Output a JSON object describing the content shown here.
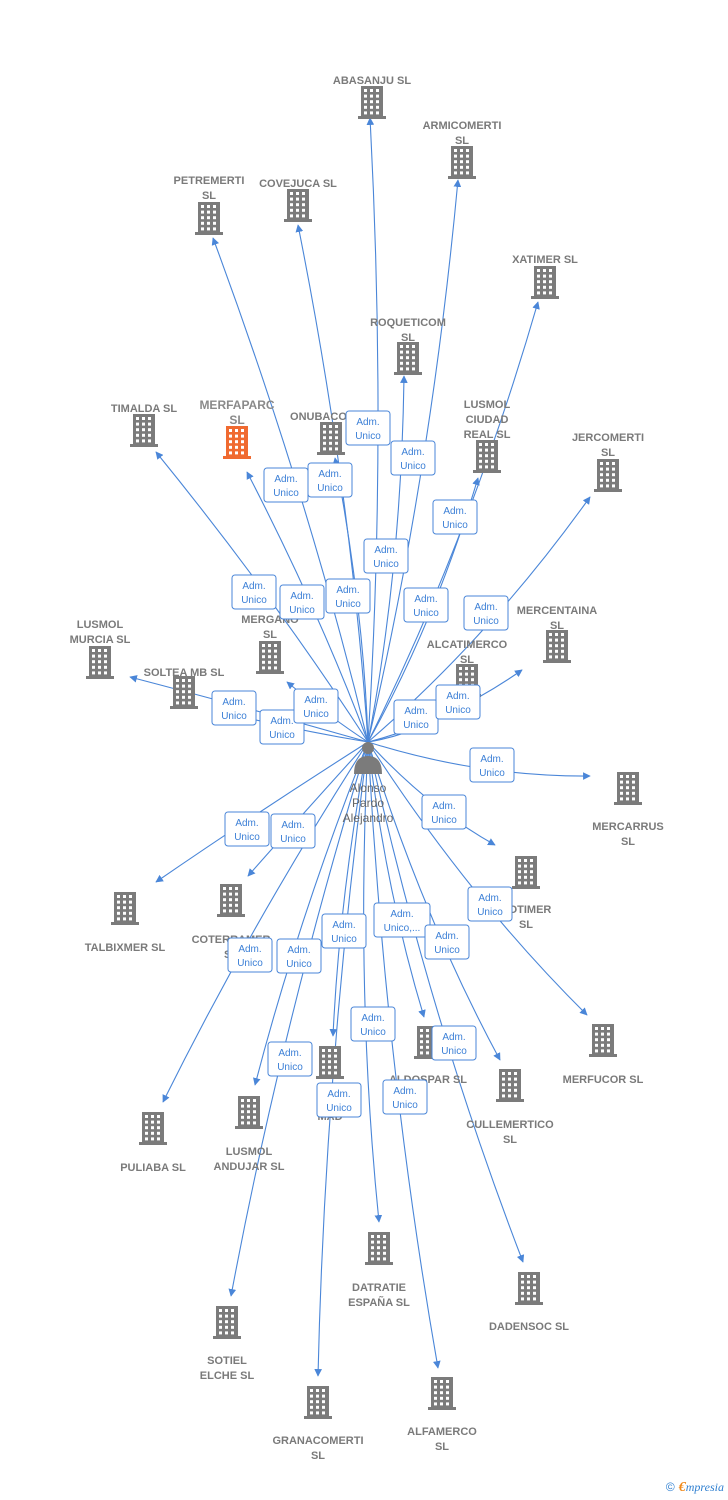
{
  "center": {
    "lines": [
      "Alonso",
      "Pardo",
      "Alejandro"
    ],
    "icon": "person-icon"
  },
  "colors": {
    "edge": "#4a86d8",
    "building": "#7b7b7b",
    "highlight": "#f06a30",
    "label_box_border": "#4a86d8"
  },
  "companies": [
    {
      "id": "abasanju",
      "lines": [
        "ABASANJU  SL"
      ]
    },
    {
      "id": "armicomerti",
      "lines": [
        "ARMICOMERTI",
        "SL"
      ]
    },
    {
      "id": "petremerti",
      "lines": [
        "PETREMERTI",
        "SL"
      ]
    },
    {
      "id": "covejuca",
      "lines": [
        "COVEJUCA SL"
      ]
    },
    {
      "id": "xatimer",
      "lines": [
        "XATIMER  SL"
      ]
    },
    {
      "id": "roqueticom",
      "lines": [
        "ROQUETICOM",
        "SL"
      ]
    },
    {
      "id": "timalda",
      "lines": [
        "TIMALDA  SL"
      ]
    },
    {
      "id": "merfaparc",
      "lines": [
        "MERFAPARC",
        "SL"
      ],
      "highlight": true
    },
    {
      "id": "onubacor",
      "lines": [
        "ONUBACOR  SL"
      ]
    },
    {
      "id": "lusmol-cr",
      "lines": [
        "LUSMOL",
        "CIUDAD",
        "REAL SL"
      ]
    },
    {
      "id": "jercomerti",
      "lines": [
        "JERCOMERTI",
        "SL"
      ]
    },
    {
      "id": "lusmol-murcia",
      "lines": [
        "LUSMOL",
        "MURCIA SL"
      ]
    },
    {
      "id": "soltea",
      "lines": [
        "SOLTEA MB  SL"
      ]
    },
    {
      "id": "mergano",
      "lines": [
        "MERGANO",
        "SL"
      ]
    },
    {
      "id": "alcatimerco",
      "lines": [
        "ALCATIMERCO",
        "SL"
      ]
    },
    {
      "id": "mercentaina",
      "lines": [
        "MERCENTAINA",
        "SL"
      ]
    },
    {
      "id": "mercarrus",
      "lines": [
        "MERCARRUS",
        "SL"
      ]
    },
    {
      "id": "cotimer",
      "lines": [
        "COTIMER",
        "SL"
      ]
    },
    {
      "id": "talbixmer",
      "lines": [
        "TALBIXMER  SL"
      ]
    },
    {
      "id": "coterramer",
      "lines": [
        "COTERRAMER",
        "SL"
      ]
    },
    {
      "id": "merfucor",
      "lines": [
        "MERFUCOR  SL"
      ]
    },
    {
      "id": "puliaba",
      "lines": [
        "PULIABA  SL"
      ]
    },
    {
      "id": "lusmol-andujar",
      "lines": [
        "LUSMOL",
        "ANDUJAR SL"
      ]
    },
    {
      "id": "bes-mad",
      "lines": [
        "BES",
        "MAD"
      ]
    },
    {
      "id": "aldospar",
      "lines": [
        "ALDOSPAR SL"
      ]
    },
    {
      "id": "cullemertico",
      "lines": [
        "CULLEMERTICO",
        "SL"
      ]
    },
    {
      "id": "datratie",
      "lines": [
        "DATRATIE",
        "ESPAÑA  SL"
      ]
    },
    {
      "id": "dadensoc",
      "lines": [
        "DADENSOC  SL"
      ]
    },
    {
      "id": "sotiel",
      "lines": [
        "SOTIEL",
        "ELCHE  SL"
      ]
    },
    {
      "id": "granacomerti",
      "lines": [
        "GRANACOMERTI",
        "SL"
      ]
    },
    {
      "id": "alfamerco",
      "lines": [
        "ALFAMERCO",
        "SL"
      ]
    }
  ],
  "relation_labels": [
    {
      "lines": [
        "Adm.",
        "Unico"
      ]
    },
    {
      "lines": [
        "Adm.",
        "Unico,..."
      ]
    }
  ],
  "brand": {
    "copyright": "©",
    "e": "€",
    "rest": "mpresia"
  }
}
